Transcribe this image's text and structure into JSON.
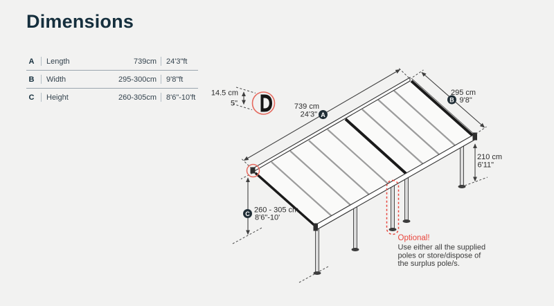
{
  "title": "Dimensions",
  "table": {
    "rows": [
      {
        "letter": "A",
        "label": "Length",
        "metric": "739cm",
        "imperial": "24'3\"ft"
      },
      {
        "letter": "B",
        "label": "Width",
        "metric": "295-300cm",
        "imperial": "9'8\"ft"
      },
      {
        "letter": "C",
        "label": "Height",
        "metric": "260-305cm",
        "imperial": "8'6\"-10'ft"
      }
    ]
  },
  "diagram": {
    "profile_detail": {
      "metric": "14.5 cm",
      "imperial": "5\""
    },
    "length": {
      "badge": "A",
      "metric": "739 cm",
      "imperial": "24'3\""
    },
    "width": {
      "badge": "B",
      "metric": "295 cm",
      "imperial": "9'8\""
    },
    "clearance": {
      "metric": "210 cm",
      "imperial": "6'11\""
    },
    "height": {
      "badge": "C",
      "metric": "260 - 305 cm",
      "imperial": "8'6\"-10'"
    },
    "note": {
      "heading": "Optional!",
      "lines": [
        "Use either all the supplied",
        "poles or store/dispose of",
        "the surplus pole/s."
      ]
    },
    "colors": {
      "accent_red": "#e8453c",
      "detail_red": "#e5695e",
      "navy": "#152f3d",
      "ink": "#2b2b2b"
    }
  }
}
